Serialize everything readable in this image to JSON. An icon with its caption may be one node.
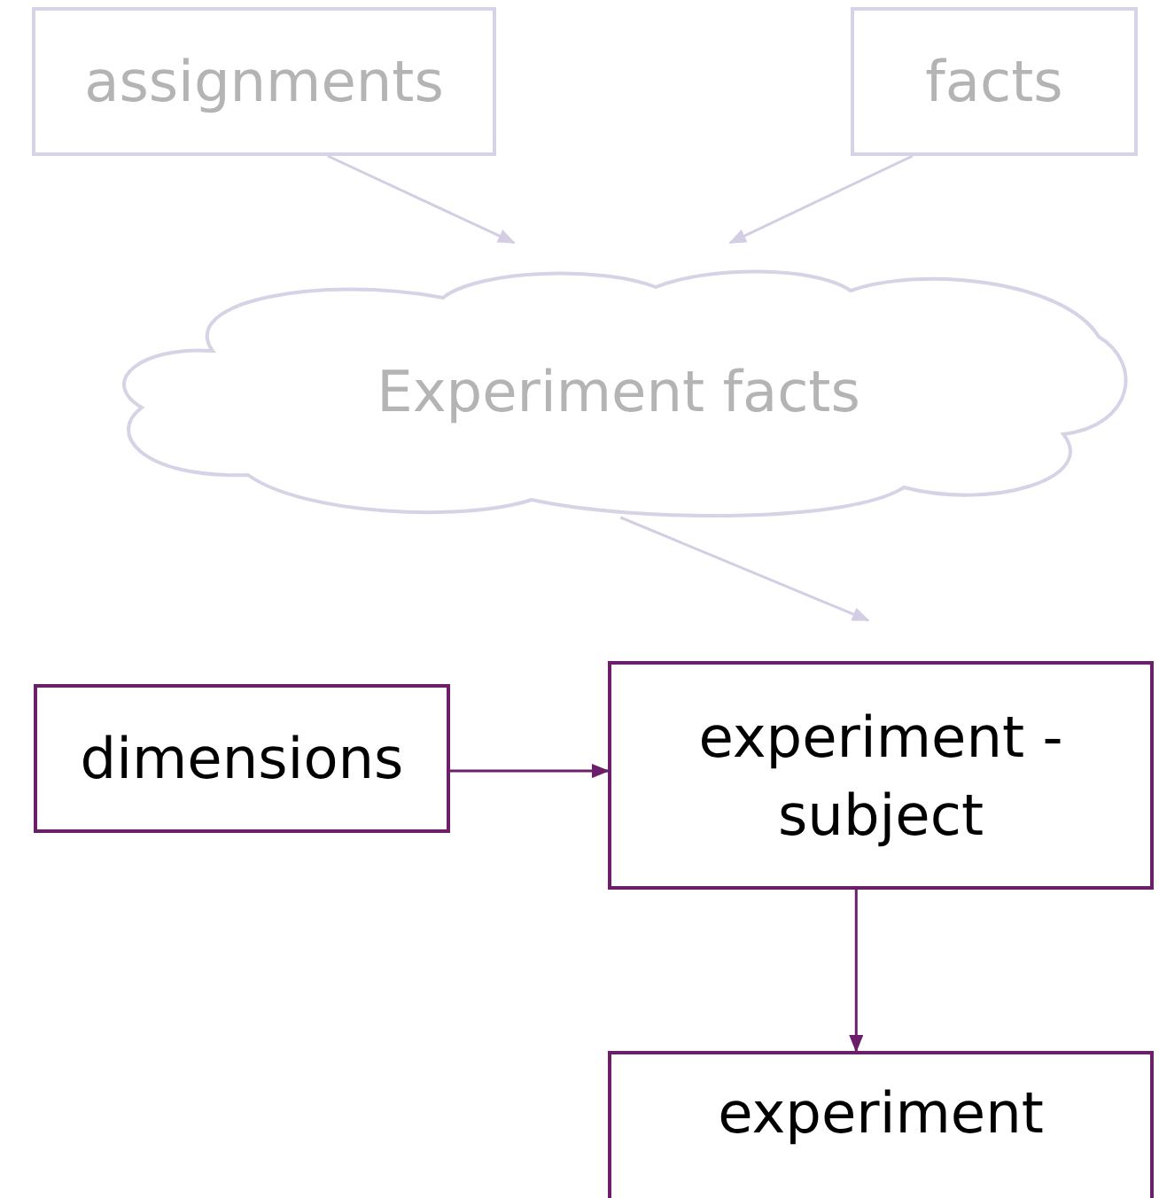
{
  "diagram": {
    "nodes": [
      {
        "text": [
          "assignments"
        ]
      },
      {
        "text": [
          "facts"
        ]
      },
      {
        "text": [
          "Experiment facts"
        ]
      },
      {
        "text": [
          "dimensions"
        ]
      },
      {
        "text": [
          "experiment - subject"
        ]
      },
      {
        "text": [
          "experiment"
        ]
      }
    ],
    "edges": [
      {
        "from": 0,
        "to": 2,
        "arrow": "to"
      },
      {
        "from": 1,
        "to": 2,
        "arrow": "to"
      },
      {
        "from": 2,
        "to": 4,
        "arrow": "to"
      },
      {
        "from": 3,
        "to": 4,
        "arrow": "to",
        "color": "#6b1f6b"
      },
      {
        "from": 4,
        "to": 5,
        "arrow": "to",
        "color": "#6b1f6b"
      }
    ]
  }
}
